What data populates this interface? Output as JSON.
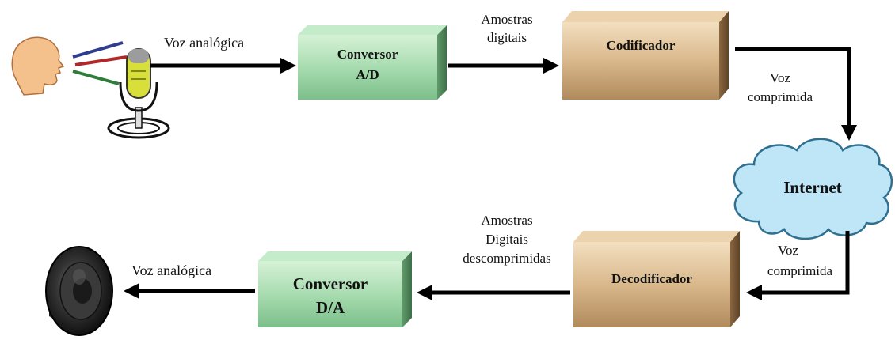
{
  "diagram": {
    "blocks": {
      "ad_converter": {
        "line1": "Conversor",
        "line2": "A/D"
      },
      "encoder": {
        "label": "Codificador"
      },
      "internet": {
        "label": "Internet"
      },
      "decoder": {
        "label": "Decodificador"
      },
      "da_converter": {
        "line1": "Conversor",
        "line2": "D/A"
      }
    },
    "edges": {
      "analog_voice_in": "Voz analógica",
      "digital_samples": {
        "line1": "Amostras",
        "line2": "digitais"
      },
      "compressed_voice_out": {
        "line1": "Voz",
        "line2": "comprimida"
      },
      "compressed_voice_in": {
        "line1": "Voz",
        "line2": "comprimida"
      },
      "decompressed_samples": {
        "line1": "Amostras",
        "line2": "Digitais",
        "line3": "descomprimidas"
      },
      "analog_voice_out": "Voz analógica"
    },
    "icons": {
      "speaker_person": "talking-head-icon",
      "microphone": "microphone-icon",
      "loudspeaker": "loudspeaker-icon"
    },
    "colors": {
      "converter_green": "#a8dcb0",
      "codec_tan": "#d9b88c",
      "cloud_blue": "#bfe6f7",
      "arrow_black": "#000000"
    }
  }
}
